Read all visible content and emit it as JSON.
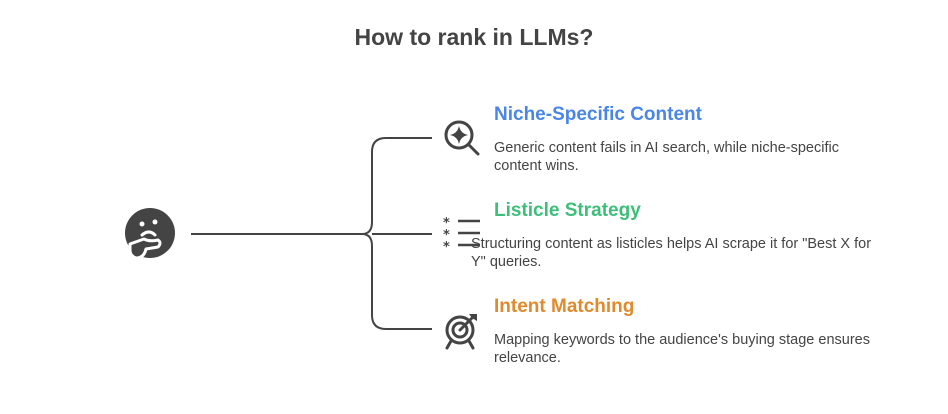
{
  "title": "How to rank in LLMs?",
  "hub": {
    "icon": "thinking-face-icon"
  },
  "items": [
    {
      "icon": "sparkle-search-icon",
      "title": "Niche-Specific Content",
      "description": "Generic content fails in AI search, while niche-specific content wins.",
      "color": "#4a86e8"
    },
    {
      "icon": "list-icon",
      "title": "Listicle Strategy",
      "description": "Structuring content as listicles helps AI scrape it for \"Best X for Y\" queries.",
      "color": "#3dbf7a"
    },
    {
      "icon": "target-icon",
      "title": "Intent Matching",
      "description": "Mapping keywords to the audience's buying stage ensures relevance.",
      "color": "#e08a2e"
    }
  ],
  "colors": {
    "line": "#444444",
    "text": "#444444"
  }
}
